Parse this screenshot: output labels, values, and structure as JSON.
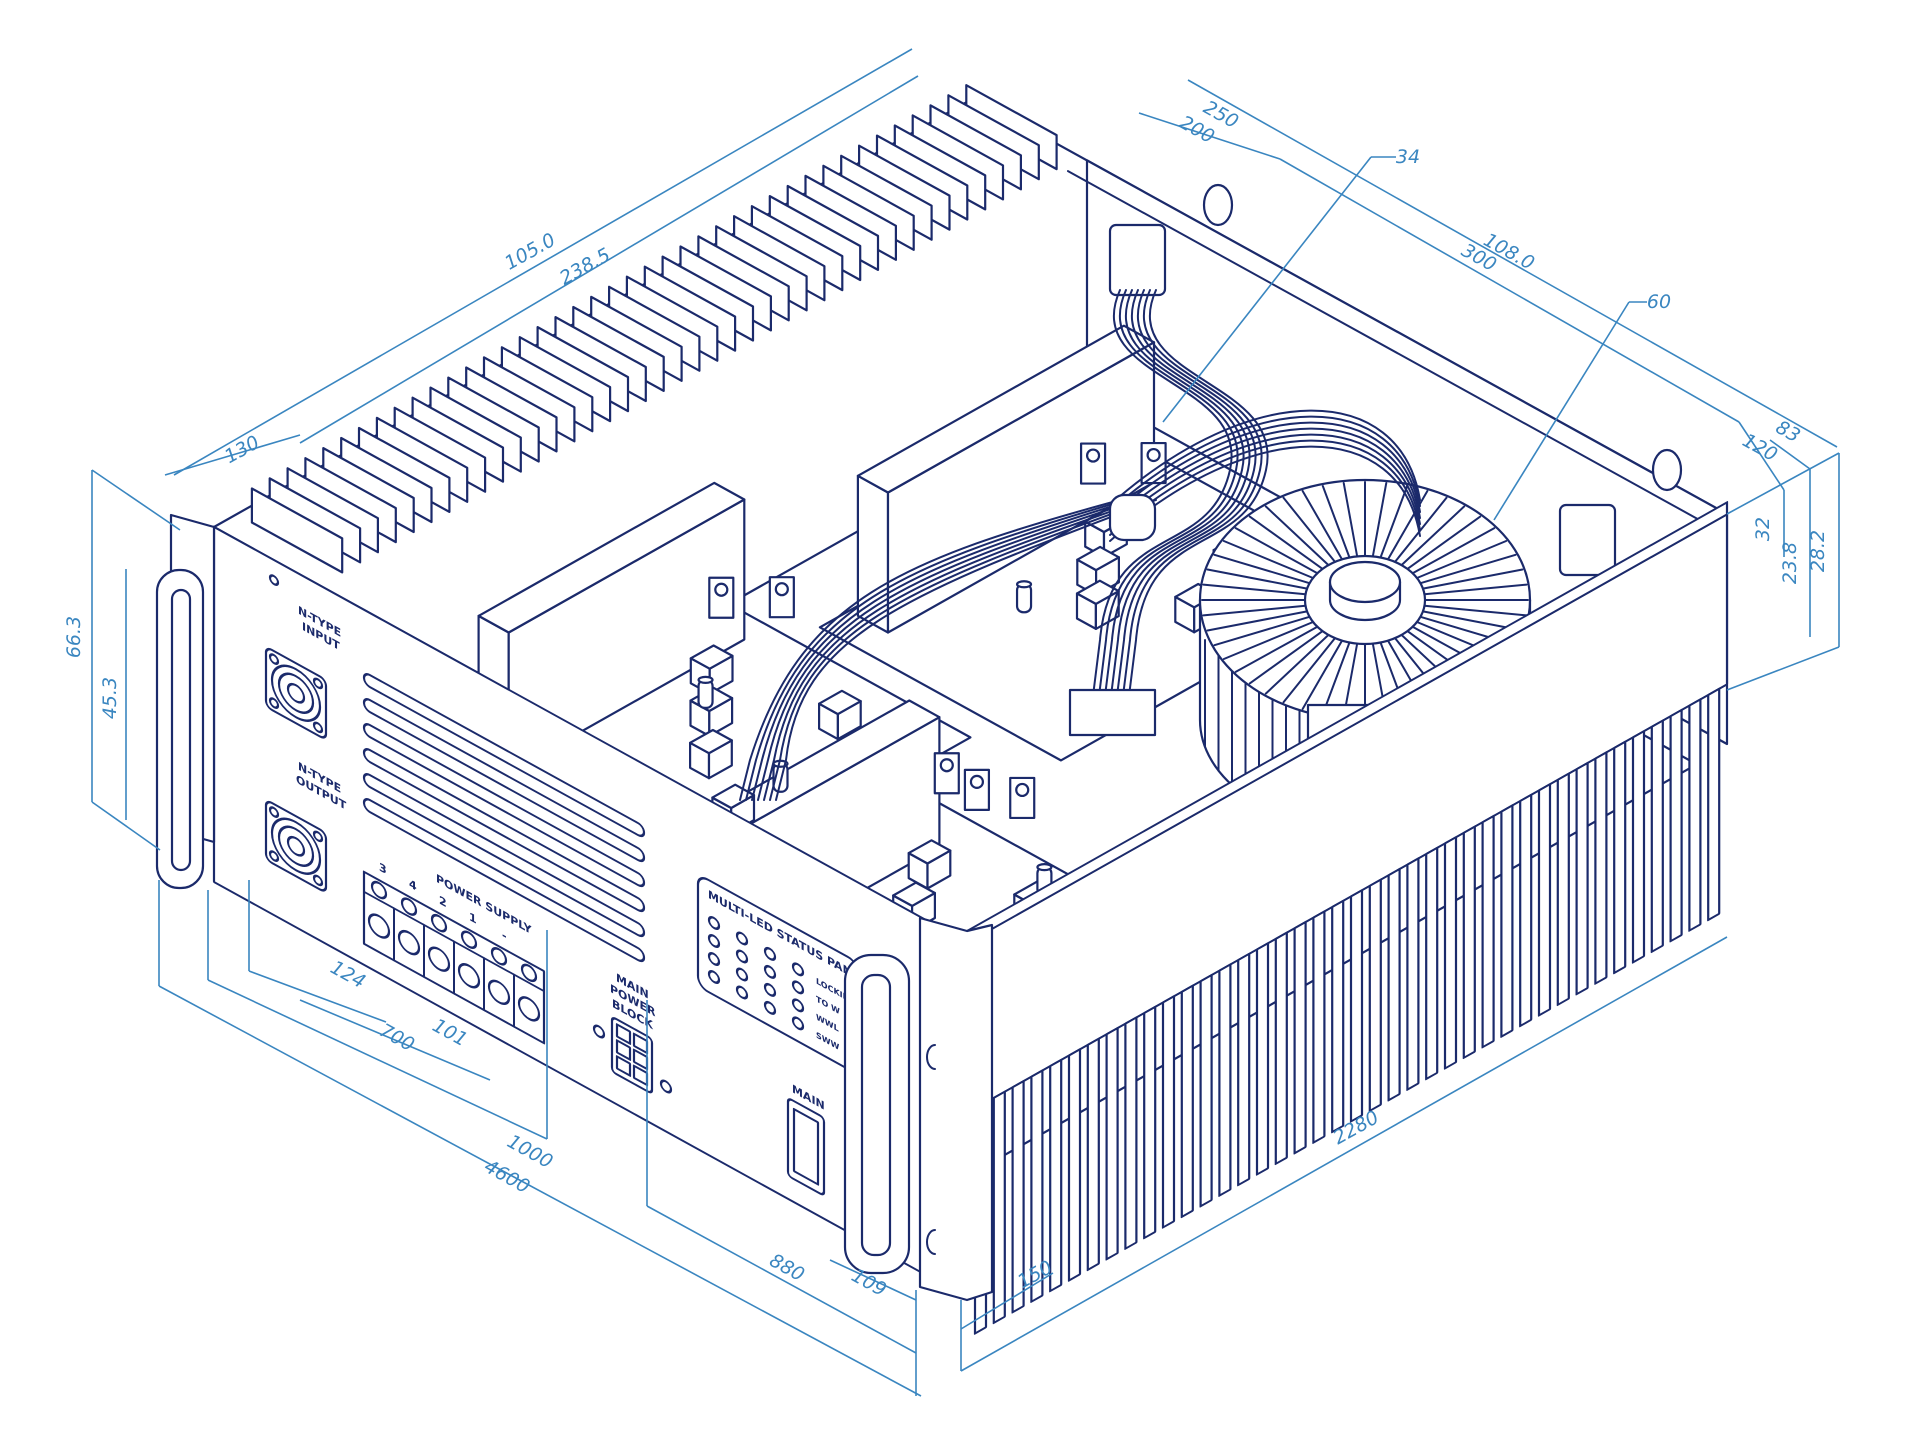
{
  "colors": {
    "line": "#1b2a6b",
    "dimension": "#3a86c0",
    "background": "#ffffff"
  },
  "front_panel": {
    "input_label": [
      "N-TYPE",
      "INPUT"
    ],
    "output_label": [
      "N-TYPE",
      "OUTPUT"
    ],
    "power_supply_label": "POWER SUPPLY",
    "terminal_numbers": [
      "3",
      "4",
      "2",
      "1",
      "-"
    ],
    "main_power_block_label": [
      "MAIN",
      "POWER",
      "BLOCK"
    ],
    "led_panel_title": "MULTI-LED STATUS PANEL",
    "led_labels": [
      "LOCKING",
      "TO W",
      "WWL",
      "SWW"
    ],
    "main_switch_label": "MAIN"
  },
  "dimensions": [
    "105.0",
    "238.5",
    "130",
    "250",
    "200",
    "34",
    "108.0",
    "300",
    "60",
    "83",
    "120",
    "32",
    "23.8",
    "28.2",
    "66.3",
    "45.3",
    "124",
    "700",
    "101",
    "1000",
    "4600",
    "880",
    "109",
    "150",
    "2280"
  ]
}
